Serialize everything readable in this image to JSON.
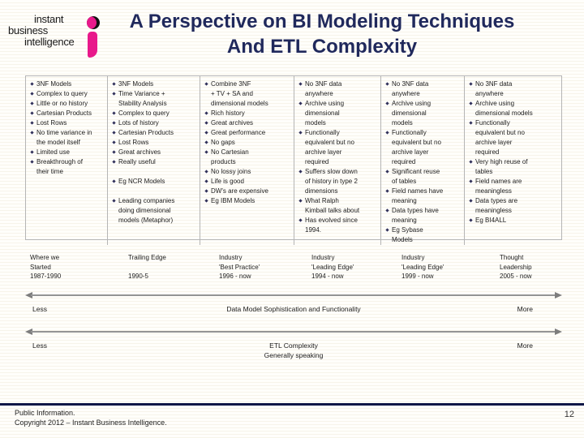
{
  "colors": {
    "title_navy": "#20295c",
    "footer_line_navy": "#101747",
    "logo_pink": "#e8198b",
    "table_border_gray": "#b5b5b5",
    "arrow_gray": "#949494"
  },
  "logo": {
    "line1": "instant",
    "line2": "business",
    "line3": "intelligence"
  },
  "title": {
    "line1": "A Perspective on BI Modeling Techniques",
    "line2": "And ETL Complexity"
  },
  "columns": [
    {
      "items": [
        "3NF Models",
        "Complex to query",
        "Little or no history",
        "Cartesian Products",
        "Lost Rows",
        "No time variance in\nthe model itself",
        "Limited use",
        "Breakthrough of\ntheir time"
      ]
    },
    {
      "items": [
        "3NF Models",
        "Time Variance +\nStability Analysis",
        "Complex to query",
        "Lots of history",
        "Cartesian Products",
        "Lost Rows",
        "Great archives",
        "Really useful",
        "",
        "Eg NCR Models",
        "",
        "Leading companies\ndoing dimensional\nmodels (Metaphor)"
      ]
    },
    {
      "items": [
        "Combine 3NF\n+ TV + SA and\ndimensional models",
        "Rich history",
        "Great archives",
        "Great performance",
        "No gaps",
        "No Cartesian\nproducts",
        "No lossy joins",
        "Life is good",
        "DW's are expensive",
        "Eg IBM Models"
      ]
    },
    {
      "items": [
        "No 3NF data\nanywhere",
        "Archive using\ndimensional\nmodels",
        "Functionally\nequivalent but no\narchive layer\nrequired",
        "Suffers slow down\nof history in type 2\ndimensions",
        "What Ralph\nKimball talks about",
        "Has evolved since\n1994."
      ]
    },
    {
      "items": [
        "No 3NF data\nanywhere",
        "Archive using\ndimensional\nmodels",
        "Functionally\nequivalent but no\narchive layer\nrequired",
        "Significant reuse\nof tables",
        "Field names have\nmeaning",
        "Data types have\nmeaning",
        "Eg Sybase\nModels"
      ]
    },
    {
      "items": [
        "No 3NF data\nanywhere",
        "Archive using\ndimensional models",
        "Functionally\nequivalent but no\narchive layer\nrequired",
        "Very high reuse of\ntables",
        "Field names are\nmeaningless",
        "Data types are\nmeaningless",
        "Eg BI4ALL"
      ]
    }
  ],
  "timeline": [
    {
      "lines": [
        "Where we",
        "Started",
        "1987-1990"
      ]
    },
    {
      "lines": [
        "Trailing Edge",
        "",
        "1990-5"
      ]
    },
    {
      "lines": [
        "Industry",
        "'Best Practice'",
        "1996 - now"
      ]
    },
    {
      "lines": [
        "Industry",
        "'Leading Edge'",
        "1994 - now"
      ]
    },
    {
      "lines": [
        "Industry",
        "'Leading Edge'",
        "1999 - now"
      ]
    },
    {
      "lines": [
        "Thought",
        "Leadership",
        "2005 - now"
      ]
    }
  ],
  "scales": [
    {
      "left": "Less",
      "center": [
        "Data Model Sophistication and Functionality"
      ],
      "right": "More"
    },
    {
      "left": "Less",
      "center": [
        "ETL Complexity",
        "Generally speaking"
      ],
      "right": "More"
    }
  ],
  "footer": {
    "line1": "Public Information.",
    "line2": "Copyright 2012 – Instant Business Intelligence.",
    "page": "12"
  }
}
